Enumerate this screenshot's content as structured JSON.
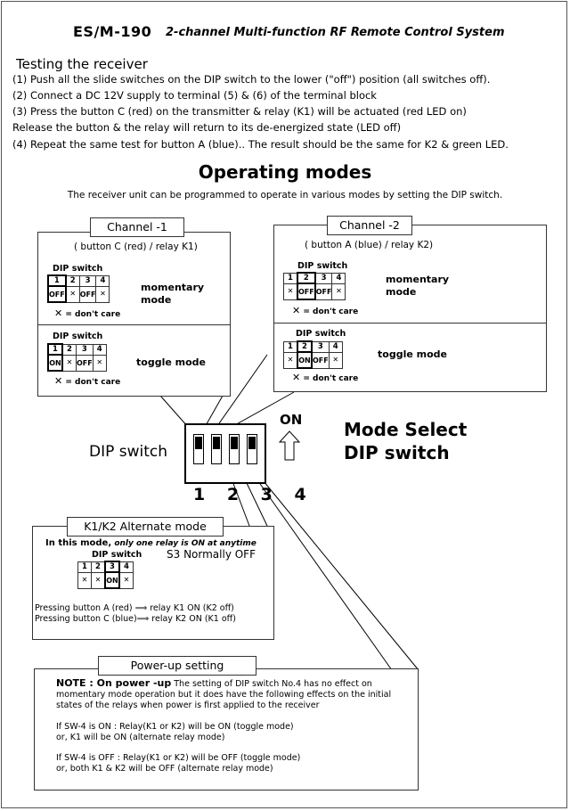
{
  "header": {
    "model": "ES/M-190",
    "subtitle": "2-channel Multi-function  RF Remote Control System"
  },
  "testing": {
    "heading": "Testing the receiver",
    "steps": [
      "(1)  Push all the slide switches on the DIP switch to the lower (\"off\") position (all switches off).",
      "(2)  Connect a DC 12V supply to terminal (5) & (6) of the terminal block",
      "(3)  Press the  button C (red) on the transmitter & relay (K1) will be actuated (red LED on)",
      "       Release the button & the relay will return to its de-energized state (LED off)",
      "(4)  Repeat the same test for button A (blue).. The result should be the same for K2 & green LED."
    ]
  },
  "modes": {
    "heading": "Operating modes",
    "intro": "The receiver unit can be programmed to operate in various modes  by setting the DIP  switch."
  },
  "channel1": {
    "title": "Channel -1",
    "subtitle": "( button C (red) /  relay K1)",
    "dip_label": "DIP switch",
    "momentary": {
      "mode": "momentary mode",
      "values": [
        "OFF",
        "X",
        "OFF",
        "X"
      ]
    },
    "toggle": {
      "mode": "toggle mode",
      "values": [
        "ON",
        "X",
        "OFF",
        "X"
      ]
    },
    "dont_care": "= don't care"
  },
  "channel2": {
    "title": "Channel -2",
    "subtitle": "( button A (blue) /  relay K2)",
    "dip_label": "DIP switch",
    "momentary": {
      "mode": "momentary mode",
      "values": [
        "X",
        "OFF",
        "OFF",
        "X"
      ]
    },
    "toggle": {
      "mode": "toggle mode",
      "values": [
        "X",
        "ON",
        "OFF",
        "X"
      ]
    },
    "dont_care": "= don't care"
  },
  "dip_numbers": [
    "1",
    "2",
    "3",
    "4"
  ],
  "dip_switch_big": {
    "label": "DIP switch",
    "numbers": "1 2 3 4",
    "on_label": "ON",
    "mode_select": [
      "Mode Select",
      "DIP switch"
    ],
    "switch_state": [
      "on",
      "off",
      "off",
      "on"
    ]
  },
  "alternate": {
    "title": "K1/K2 Alternate mode",
    "line1_bold": "In this mode,",
    "line1_italic": "only one relay is ON at anytime",
    "dip_label": "DIP switch",
    "s3_note": "S3 Normally OFF",
    "values": [
      "X",
      "X",
      "ON",
      "X"
    ],
    "press1": "Pressing button A (red) ⟹ relay K1 ON  (K2 off)",
    "press2": "Pressing button C (blue)⟹ relay K2 ON  (K1 off)"
  },
  "powerup": {
    "title": "Power-up setting",
    "note_label": "NOTE :  On power -up",
    "note_text": "   The setting of DIP switch No.4  has no effect on",
    "lines": [
      "momentary mode operation but it does have the following effects on the initial",
      "states of the relays when power is first applied to the receiver"
    ],
    "on_case": [
      "If SW-4 is  ON  :    Relay(K1 or K2) will be ON  (toggle mode)",
      "                           or,  K1 will be ON (alternate relay mode)"
    ],
    "off_case": [
      "If SW-4 is  OFF :   Relay(K1 or K2) will be OFF  (toggle mode)",
      "                          or,  both K1 & K2  will be OFF (alternate relay mode)"
    ]
  }
}
